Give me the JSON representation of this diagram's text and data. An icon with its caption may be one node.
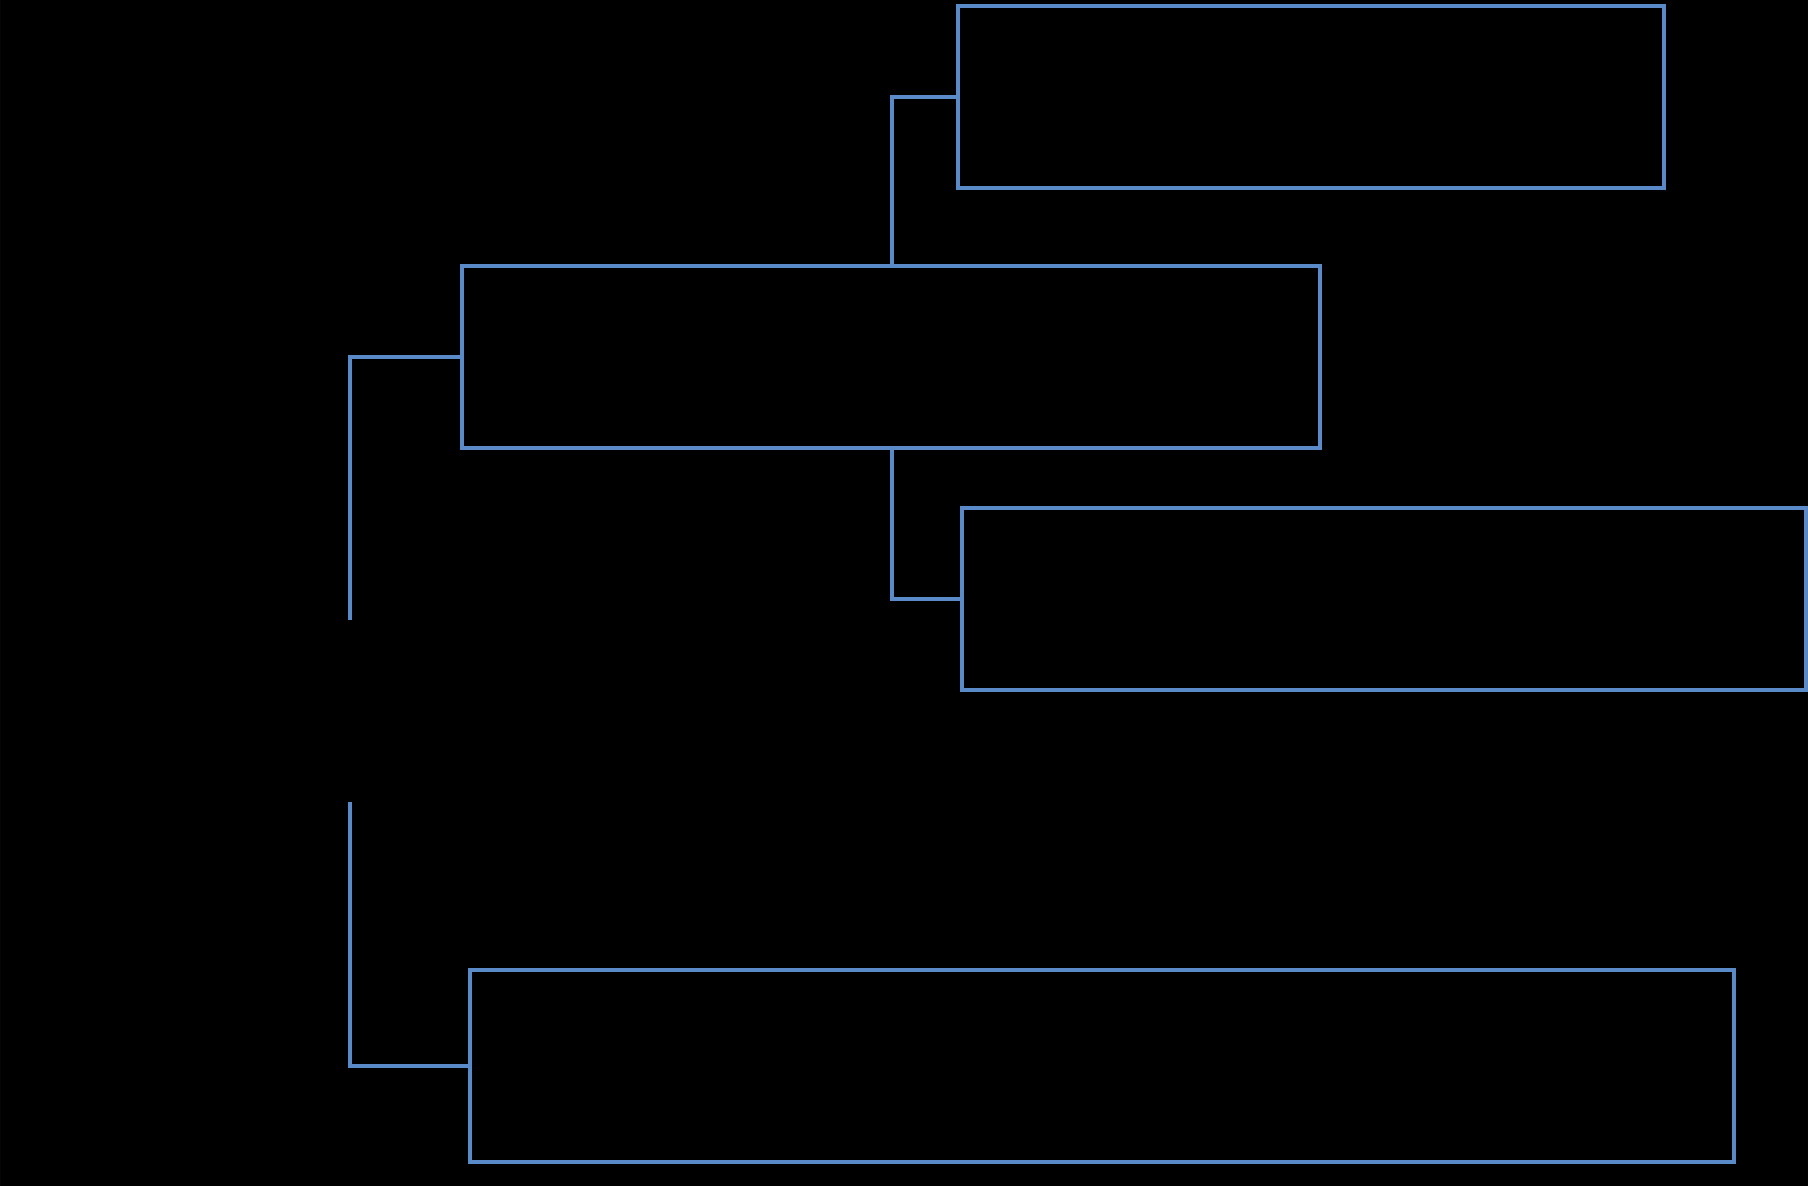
{
  "diagram": {
    "nodes": [
      {
        "text": [],
        "shape": "box"
      },
      {
        "text": [],
        "shape": "box"
      },
      {
        "text": [],
        "shape": "box"
      },
      {
        "text": [],
        "shape": "box"
      }
    ],
    "edges": [
      {
        "from": 1,
        "to": 0,
        "arrow": "none"
      },
      {
        "from": 1,
        "to": 2,
        "arrow": "none"
      },
      {
        "from": null,
        "to": 1,
        "arrow": "none"
      },
      {
        "from": null,
        "to": 3,
        "arrow": "none"
      }
    ]
  }
}
